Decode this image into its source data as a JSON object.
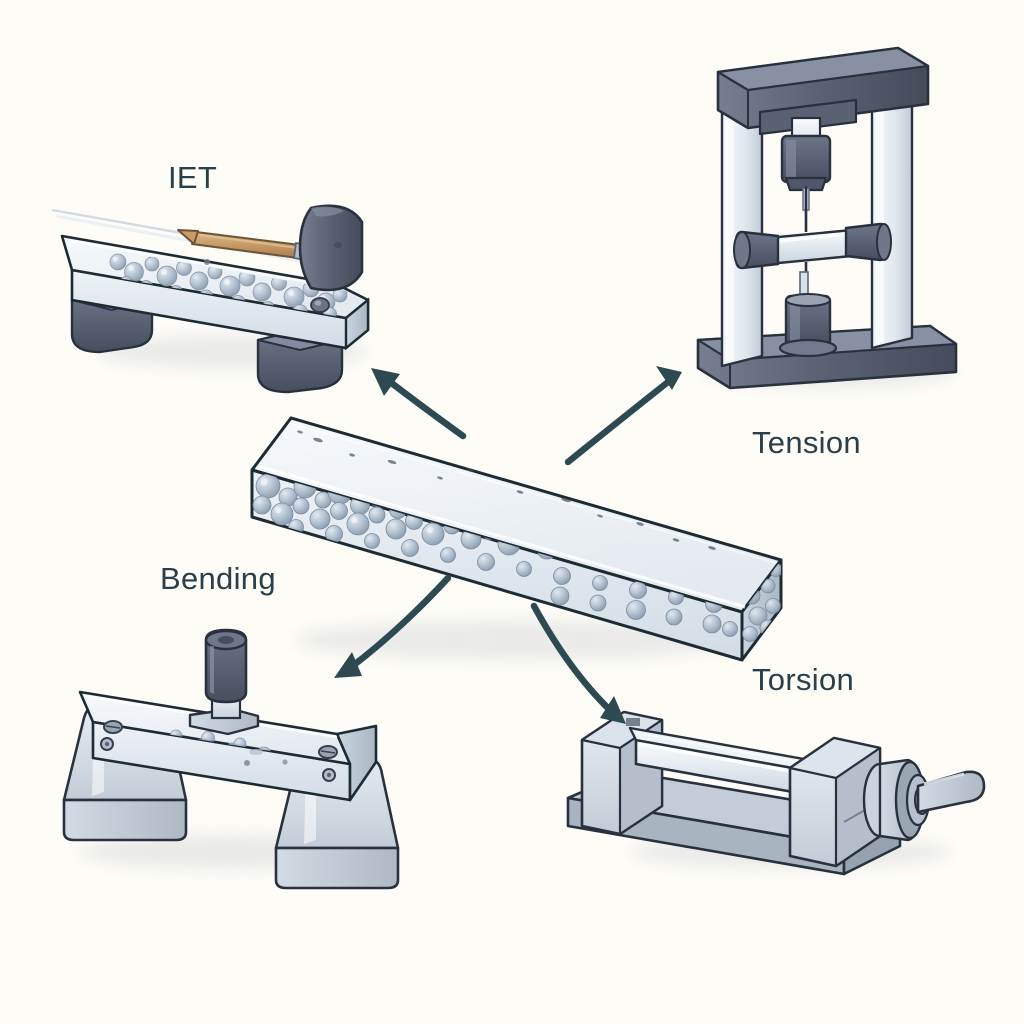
{
  "diagram": {
    "title": "Mechanical characterisation methods for a particle-reinforced composite specimen",
    "background_color": "#fdfcf7",
    "label_color": "#2b3f48",
    "arrow_color": "#2d4a52"
  },
  "center": {
    "name": "composite-specimen-bar",
    "description": "Translucent rectangular prism specimen with embedded spherical reinforcement particles",
    "body_color": "#e8ecf0",
    "particle_color": "#9fb2c4",
    "outline_color": "#1d2b33"
  },
  "labels": {
    "iet": "IET",
    "tension": "Tension",
    "bending": "Bending",
    "torsion": "Torsion"
  },
  "methods": [
    {
      "id": "iet",
      "label": "IET",
      "position": "top-left",
      "apparatus": "Specimen beam resting on two soft supports, struck by an impulse hammer",
      "parts": [
        "specimen-beam",
        "support-block-left",
        "support-block-right",
        "impulse-hammer"
      ],
      "metal_color": "#dce3e9",
      "dark_color": "#5d6477"
    },
    {
      "id": "tension",
      "label": "Tension",
      "position": "top-right",
      "apparatus": "Vertical load frame with two columns, crosshead, grips and extensometer",
      "parts": [
        "frame-base",
        "column-left",
        "column-right",
        "crosshead",
        "upper-actuator",
        "lower-actuator",
        "specimen-rod",
        "grip-left",
        "grip-right"
      ],
      "metal_color": "#e3eaf0",
      "dark_color": "#6c7484"
    },
    {
      "id": "bending",
      "label": "Bending",
      "position": "bottom-left",
      "apparatus": "Three-point bend fixture: specimen beam on two trapezoidal supports with a central loading nose",
      "parts": [
        "support-left",
        "support-right",
        "specimen-beam",
        "loading-nose",
        "load-cap"
      ],
      "metal_color": "#dfe6ec",
      "dark_color": "#5b6273"
    },
    {
      "id": "torsion",
      "label": "Torsion",
      "position": "bottom-right",
      "apparatus": "Torsion bench: cylindrical specimen between two headstock blocks on a base plate with a crank handle",
      "parts": [
        "base-plate",
        "block-left",
        "block-right",
        "specimen-cylinder",
        "chuck",
        "crank-handle"
      ],
      "metal_color": "#c8d2db",
      "dark_color": "#7b8594"
    }
  ],
  "arrows": [
    {
      "id": "arrow-to-iet",
      "from": "composite-specimen-bar",
      "to": "iet",
      "direction": "up-left"
    },
    {
      "id": "arrow-to-tension",
      "from": "composite-specimen-bar",
      "to": "tension",
      "direction": "up-right"
    },
    {
      "id": "arrow-to-bending",
      "from": "composite-specimen-bar",
      "to": "bending",
      "direction": "down-left"
    },
    {
      "id": "arrow-to-torsion",
      "from": "composite-specimen-bar",
      "to": "torsion",
      "direction": "down-right"
    }
  ]
}
